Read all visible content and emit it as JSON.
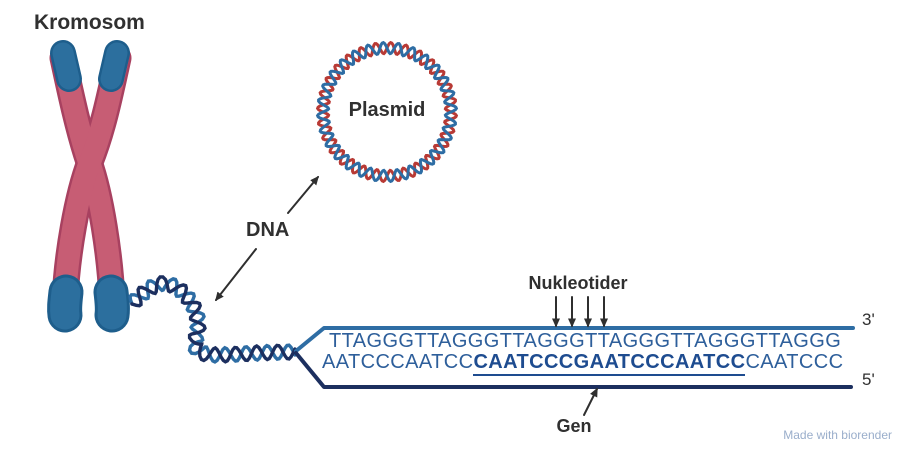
{
  "labels": {
    "chromosome": "Kromosom",
    "plasmid": "Plasmid",
    "dna": "DNA",
    "nucleotides": "Nukleotider",
    "gene": "Gen",
    "three_prime": "3'",
    "five_prime": "5'",
    "watermark": "Made with biorender"
  },
  "sequence": {
    "top": "TTAGGGTTAGGGTTAGGGTTAGGGTTAGGGTTAGGG",
    "bottom_pre": "AATCCCAATCC",
    "bottom_gene": "CAATCCCGAATCCCAATCC",
    "bottom_post": "CAATCCC"
  },
  "colors": {
    "pink": "#c75d74",
    "pink_dark": "#a84160",
    "cap_blue": "#2c6f9e",
    "cap_blue_dark": "#1e5e8c",
    "navy": "#1c2f5f",
    "steel": "#2e6da4",
    "plasmid_red": "#b83a35",
    "plasmid_blue": "#2e6da4",
    "arrow": "#2f2f2f",
    "label": "#303030",
    "seq": "#2e5f9b",
    "seq_bold": "#1e4c90",
    "watermark": "#9aaecb"
  }
}
